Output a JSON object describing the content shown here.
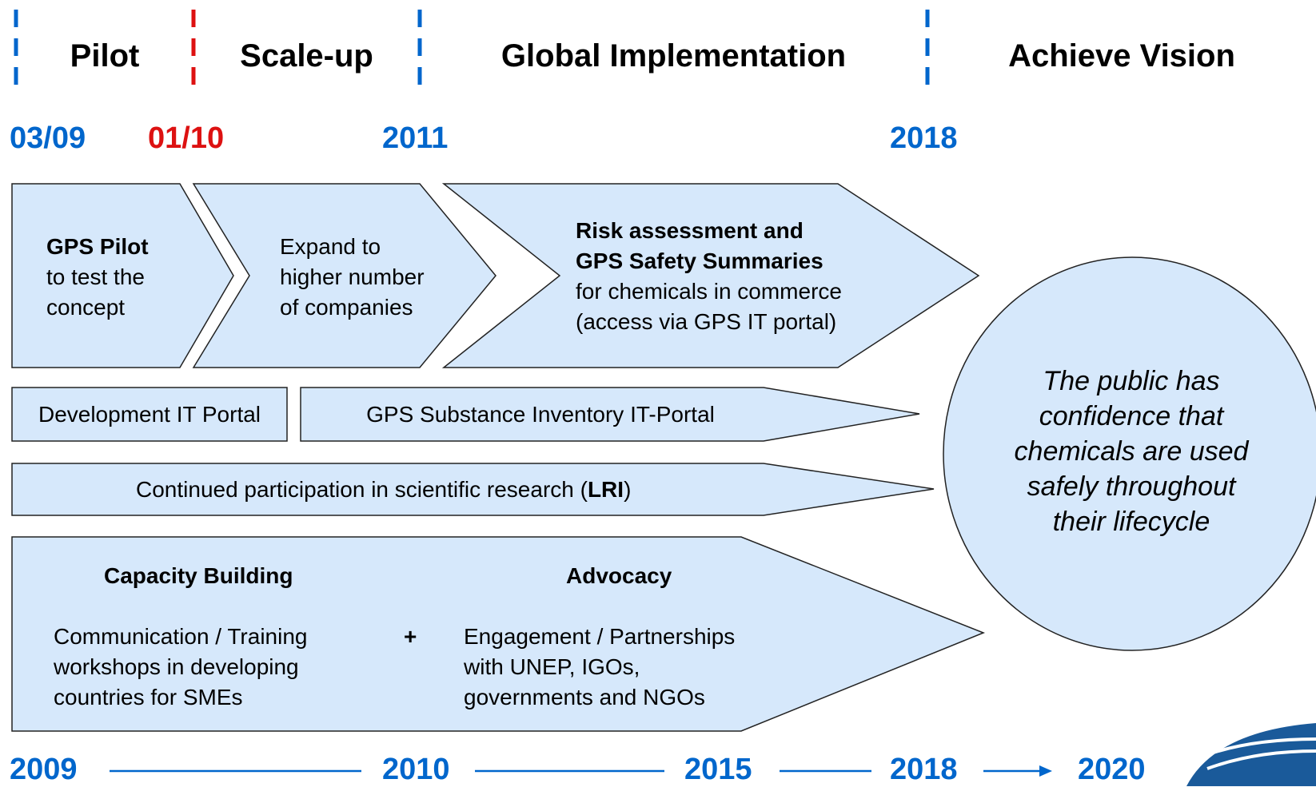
{
  "phases": {
    "pilot": "Pilot",
    "scaleup": "Scale-up",
    "global": "Global Implementation",
    "vision": "Achieve Vision"
  },
  "milestones": {
    "d1": "03/09",
    "d2": "01/10",
    "d3": "2011",
    "d4": "2018"
  },
  "arrows": {
    "pilot": {
      "title": "GPS Pilot",
      "line1": "to test the",
      "line2": "concept"
    },
    "expand": {
      "line1": "Expand to",
      "line2": "higher number",
      "line3": "of companies"
    },
    "risk": {
      "title1": "Risk assessment and",
      "title2": "GPS Safety Summaries",
      "line1": "for chemicals in commerce",
      "line2": "(access via GPS IT portal)"
    }
  },
  "bars": {
    "dev_portal": "Development IT Portal",
    "inventory": "GPS Substance Inventory IT-Portal",
    "lri_prefix": "Continued participation in scientific research (",
    "lri_bold": "LRI",
    "lri_suffix": ")"
  },
  "bottom": {
    "capacity_title": "Capacity Building",
    "capacity_lines": [
      "Communication / Training",
      "workshops in developing",
      "countries for SMEs"
    ],
    "plus": "+",
    "advocacy_title": "Advocacy",
    "advocacy_lines": [
      "Engagement / Partnerships",
      "with UNEP, IGOs,",
      "governments and NGOs"
    ]
  },
  "vision_text": [
    "The public has",
    "confidence that",
    "chemicals are used",
    "safely throughout",
    "their lifecycle"
  ],
  "timeline": [
    "2009",
    "2010",
    "2015",
    "2018",
    "2020"
  ],
  "colors": {
    "blue_date": "#0066cc",
    "red_date": "#dd1111",
    "shape_fill": "#d6e8fb",
    "shape_stroke": "#222222",
    "dash_blue": "#0066cc",
    "dash_red": "#dd1111",
    "logo": "#1a5a9a"
  }
}
